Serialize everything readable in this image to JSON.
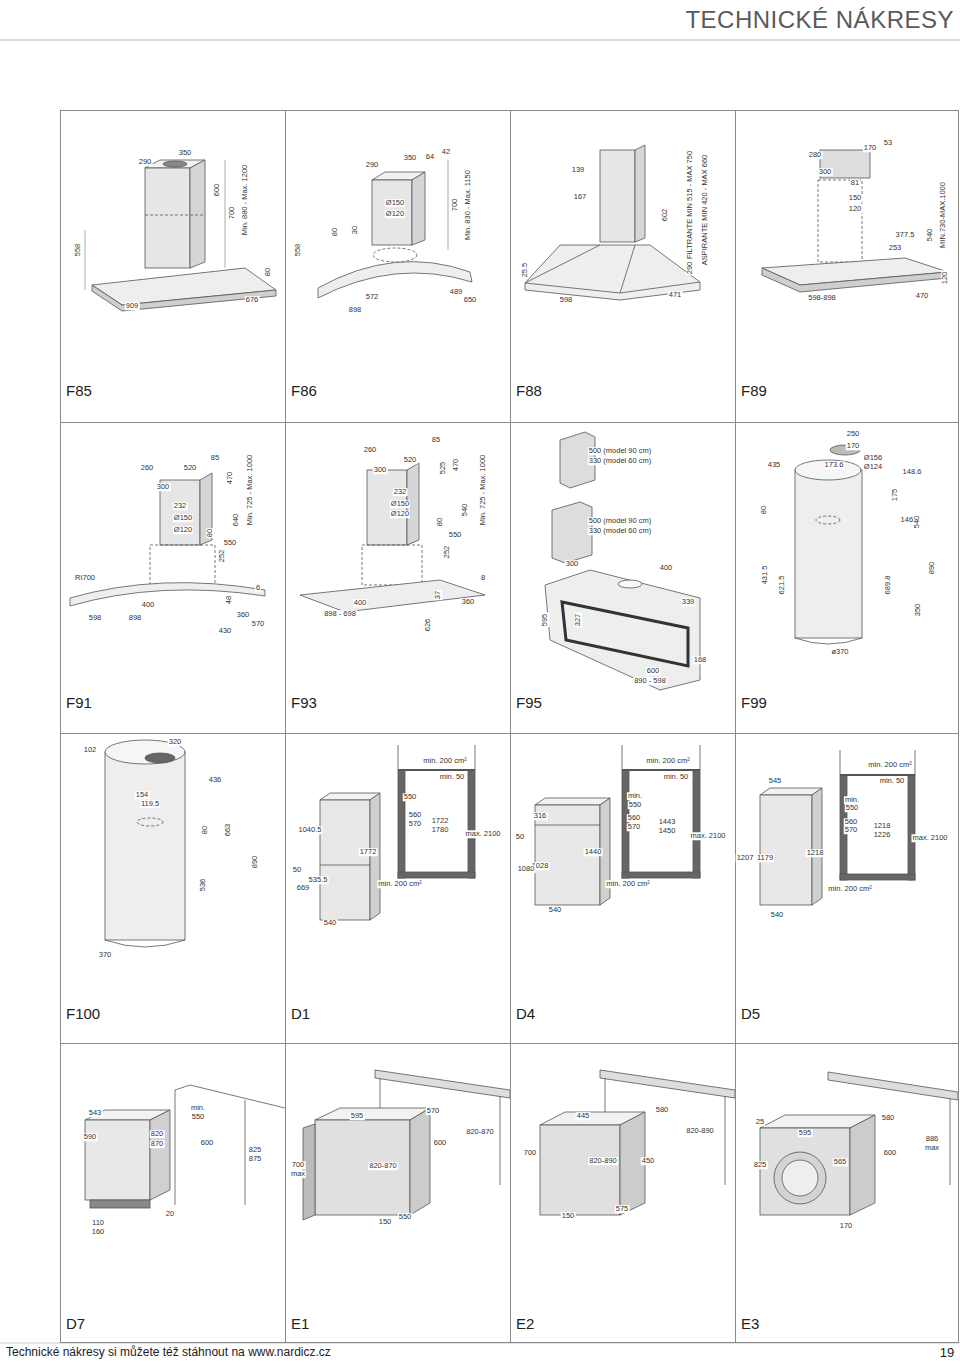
{
  "diagram": {
    "title": "TECHNICKÉ NÁKRESY",
    "caption": "Technické nákresy si můžete též stáhnout na www.nardicz.cz",
    "nodes": [
      {
        "text": [
          "F85"
        ]
      },
      {
        "text": [
          "F86"
        ]
      },
      {
        "text": [
          "F88"
        ]
      },
      {
        "text": [
          "F89"
        ]
      },
      {
        "text": [
          "F91"
        ]
      },
      {
        "text": [
          "F93"
        ]
      },
      {
        "text": [
          "F95"
        ]
      },
      {
        "text": [
          "F99"
        ]
      },
      {
        "text": [
          "F100"
        ]
      },
      {
        "text": [
          "D1"
        ]
      },
      {
        "text": [
          "D4"
        ]
      },
      {
        "text": [
          "D5"
        ]
      },
      {
        "text": [
          "D7"
        ]
      },
      {
        "text": [
          "E1"
        ]
      },
      {
        "text": [
          "E2"
        ]
      },
      {
        "text": [
          "E3"
        ]
      }
    ],
    "labels": [
      "290",
      "350",
      "600",
      "700",
      "Min. 880 - Max. 1200",
      "558",
      "80",
      "909",
      "676",
      "290",
      "350",
      "64",
      "42",
      "Ø150",
      "Ø120",
      "700",
      "Min. 830 - Max. 1150",
      "558",
      "80",
      "30",
      "572",
      "898",
      "489",
      "650",
      "139",
      "167",
      "602",
      "FILTRANTE MIN 515 - MAX 750",
      "ASPIRANTE MIN 420 - MAX 660",
      "290",
      "25.5",
      "598",
      "471",
      "280",
      "300",
      "170",
      "53",
      "81",
      "150",
      "120",
      "377.5",
      "253",
      "540",
      "MIN.730-MAX.1000",
      "120",
      "598-898",
      "470",
      "260",
      "520",
      "85",
      "300",
      "470",
      "Min. 725 - Max. 1000",
      "232",
      "Ø150",
      "Ø120",
      "80",
      "550",
      "640",
      "252",
      "RI700",
      "48",
      "6",
      "400",
      "598",
      "898",
      "360",
      "570",
      "430",
      "260",
      "300",
      "520",
      "85",
      "525",
      "470",
      "Min. 725 - Max. 1000",
      "232",
      "Ø150",
      "Ø120",
      "540",
      "80",
      "550",
      "252",
      "8",
      "400",
      "37",
      "898 - 698",
      "360",
      "626",
      "500 (model 90 cm)",
      "330 (model 60 cm)",
      "500 (model 90 cm)",
      "330 (model 60 cm)",
      "300",
      "400",
      "339",
      "595",
      "327",
      "600",
      "890 - 598",
      "168",
      "250",
      "170",
      "Ø156",
      "Ø124",
      "435",
      "173.6",
      "148.6",
      "80",
      "175",
      "146.6",
      "540",
      "431.5",
      "621.5",
      "689.8",
      "890",
      "350",
      "ø370",
      "102",
      "320",
      "436",
      "154",
      "119.5",
      "80",
      "663",
      "890",
      "536",
      "370",
      "min. 200 cm²",
      "min. 50",
      "550",
      "1040.5",
      "560",
      "570",
      "1722",
      "1780",
      "max. 2100",
      "1772",
      "50",
      "535.5",
      "669",
      "min. 200 cm²",
      "540",
      "min. 200 cm²",
      "min. 50",
      "min.",
      "550",
      "316",
      "560",
      "570",
      "1443",
      "1450",
      "max. 2100",
      "50",
      "1440",
      "1028",
      "1080",
      "min. 200 cm²",
      "540",
      "min. 200 cm²",
      "min. 50",
      "545",
      "min.",
      "550",
      "560",
      "570",
      "1218",
      "1226",
      "max. 2100",
      "1207",
      "1179",
      "1218",
      "min. 200 cm²",
      "540",
      "543",
      "min.",
      "550",
      "590",
      "820",
      "870",
      "600",
      "825",
      "875",
      "20",
      "110",
      "160",
      "595",
      "570",
      "820-870",
      "600",
      "700",
      "max",
      "820-870",
      "550",
      "150",
      "445",
      "580",
      "820-890",
      "700",
      "820-890",
      "450",
      "575",
      "150",
      "25",
      "595",
      "580",
      "886",
      "max",
      "825",
      "565",
      "600",
      "170",
      "19"
    ]
  }
}
